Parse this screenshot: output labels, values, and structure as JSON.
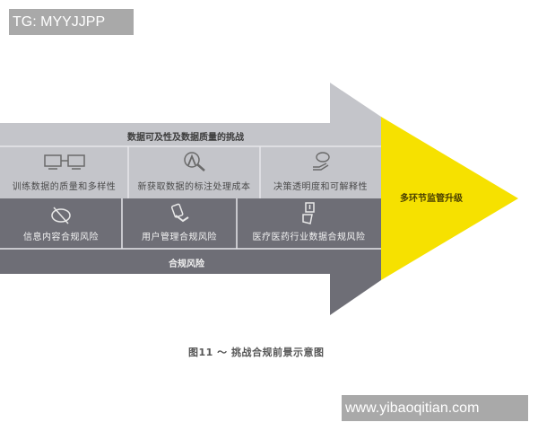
{
  "watermarks": {
    "top": "TG: MYYJJPP",
    "bottom": "www.yibaoqitian.com"
  },
  "diagram": {
    "type": "arrow",
    "colors": {
      "light_gray": "#c4c5ca",
      "dark_gray": "#6e6e76",
      "yellow": "#f6e100",
      "divider": "#e6e6ea"
    },
    "data_challenges": {
      "title": "数据可及性及数据质量的挑战",
      "items": [
        {
          "label": "训练数据的质量和多样性",
          "icon": "monitors-icon"
        },
        {
          "label": "新获取数据的标注处理成本",
          "icon": "magnifier-person-icon"
        },
        {
          "label": "决策透明度和可解释性",
          "icon": "hand-brain-icon"
        }
      ]
    },
    "compliance_risks": {
      "title": "合规风险",
      "items": [
        {
          "label": "信息内容合规风险",
          "icon": "prohibited-chat-icon"
        },
        {
          "label": "用户管理合规风险",
          "icon": "hand-phone-icon"
        },
        {
          "label": "医疗医药行业数据合规风险",
          "icon": "medical-document-icon"
        }
      ]
    },
    "outcome": "多环节监管升级"
  },
  "caption": "图11 ～ 挑战合规前景示意图"
}
